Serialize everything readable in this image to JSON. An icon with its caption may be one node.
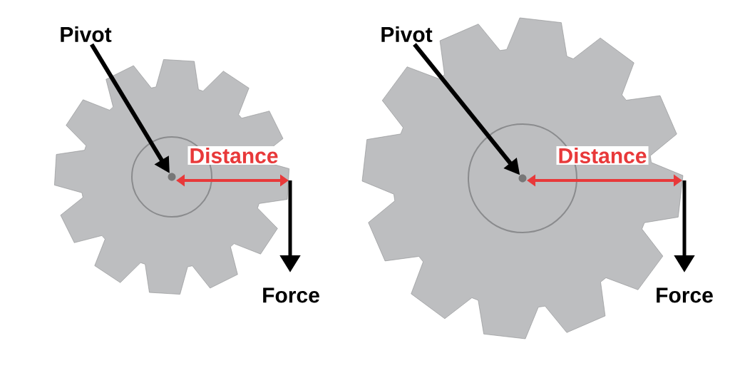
{
  "diagram": {
    "nodes": [
      {
        "text": [
          "Pivot"
        ]
      },
      {
        "text": [],
        "shape": "circle"
      },
      {
        "text": [
          "Pivot"
        ]
      },
      {
        "text": [],
        "shape": "circle"
      }
    ],
    "edges": [
      {
        "from": 0,
        "to": 1,
        "arrow": "to"
      },
      {
        "from": 2,
        "to": 3,
        "arrow": "to"
      }
    ],
    "labels": [
      "Distance",
      "Force",
      "Distance",
      "Force"
    ]
  }
}
